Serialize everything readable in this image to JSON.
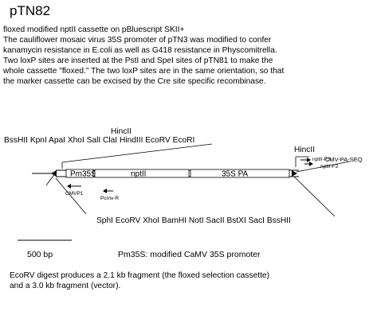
{
  "title": "pTN82",
  "description": [
    "floxed modified nptII cassette on pBluescript SKII+",
    "The cauliflower mosaic virus 35S promoter of pTN3 was modified to confer",
    "kanamycin resistance in E.coli as well as G418 resistance in Physcomitrella.",
    "Two loxP sites are inserted at the PstI and SpeI sites of pTN81 to make the",
    "whole cassette \"floxed.\"  The two loxP sites are in the same orientation, so that",
    "the marker cassette can be excised by the Cre site specific recombinase."
  ],
  "map": {
    "top_site_hincii": "HincII",
    "top_sites": "BssHII KpnI ApaI XhoI SalI ClaI HindIII EcoRV EcoRI",
    "right_site_hincii": "HincII",
    "bottom_sites": "SphI EcoRV XhoI BamHI NotI SacII BstXI SacI BssHII",
    "segments": {
      "pm35s": "Pm35S",
      "nptii": "nptII",
      "pa35s": "35S PA"
    },
    "primers": {
      "cmvp1": "CMVP1",
      "pcmv_r": "Pcmv-R",
      "nptii_f3": "nptII-F3",
      "cmv_pa_seq": "CMV-PA-SEQ",
      "nptii_f2": "nptII-F2"
    }
  },
  "scale_bar_label": "500 bp",
  "legend": "Pm35S: modified CaMV 35S promoter",
  "note": [
    "EcoRV digest produces a 2.1 kb fragment (the floxed selection cassette)",
    "and a 3.0 kb fragment (vector)."
  ]
}
